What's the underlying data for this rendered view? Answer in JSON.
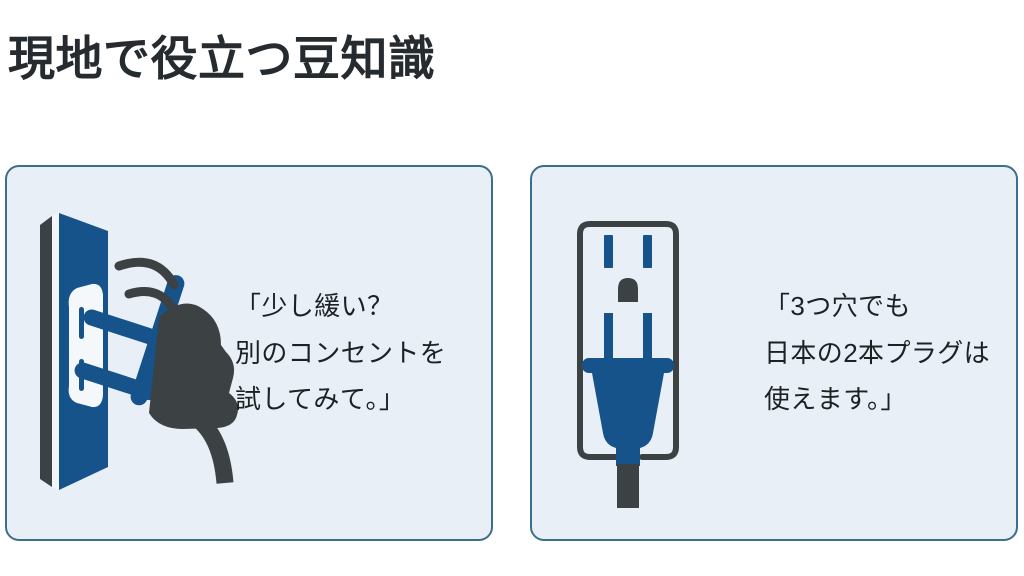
{
  "slide": {
    "title": "現地で役立つ豆知識",
    "background_color": "#ffffff",
    "accent_blue": "#15538a",
    "dark_gray": "#3c4144",
    "card_fill": "#e9eff6",
    "card_border": "#3d6e8c",
    "text_color": "#1c2124"
  },
  "cards": [
    {
      "id": "loose-plug",
      "illustration_name": "loose-plug-illustration",
      "illustration_description": "壁のコンセントプレートから斜めに抜けかけている電源プラグと動きを表す弧線",
      "caption_lines": [
        "「少し緩い？",
        "別のコンセントを",
        "試してみて。」"
      ]
    },
    {
      "id": "three-hole-outlet",
      "illustration_name": "three-hole-outlet-illustration",
      "illustration_description": "3つ穴コンセントに差し込まれた2本プラグとコード",
      "caption_lines": [
        "「3つ穴でも",
        "日本の2本プラグは",
        "使えます。」"
      ]
    }
  ]
}
